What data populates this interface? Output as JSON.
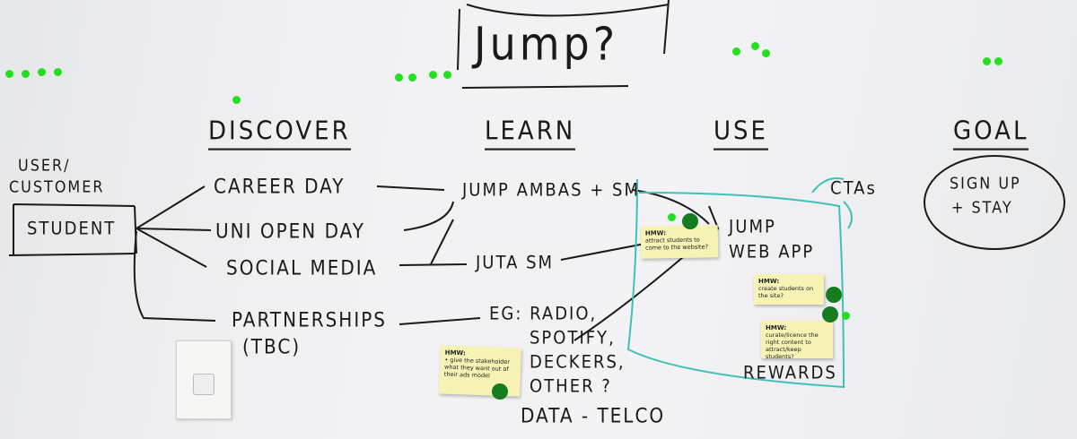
{
  "title": "Jump?",
  "headings": {
    "discover": "Discover",
    "learn": "Learn",
    "use": "Use",
    "goal": "Goal"
  },
  "user_label": [
    "User/",
    "Customer"
  ],
  "student": "Student",
  "discover_items": [
    "Career Day",
    "Uni Open Day",
    "Social Media",
    "Partnerships",
    "(TBC)"
  ],
  "learn_items": [
    "Jump Ambas + SM",
    "Juta SM",
    "Eg: Radio,",
    "Spotify,",
    "Deckers,",
    "Other ?",
    "Data - Telco"
  ],
  "use_items": {
    "app_line1": "Jump",
    "app_line2": "Web App",
    "ctas": "CTAs",
    "rewards": "Rewards"
  },
  "goal": [
    "Sign Up",
    "+ Stay"
  ],
  "notes": [
    {
      "head": "HMW:",
      "body": "attract students to come to the website?"
    },
    {
      "head": "HMW:",
      "body": "create students on the site?"
    },
    {
      "head": "HMW:",
      "body": "curate/licence the right content to attract/keep students?"
    },
    {
      "head": "HMW:",
      "body": "• give the stakeholder what they want out of their ads model"
    }
  ],
  "colors": {
    "marker": "#1a1a1a",
    "teal": "#3fc1b8",
    "dot": "#22e01e",
    "sticky": "#f6f3b4"
  }
}
